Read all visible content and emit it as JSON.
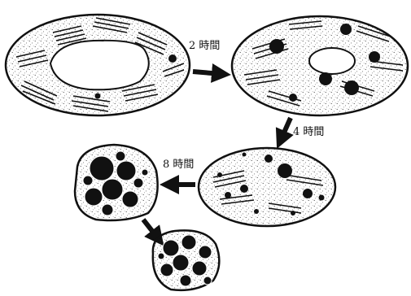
{
  "labels": {
    "step1": "2 時間",
    "step2": "4 時間",
    "step3": "8 時間"
  },
  "colors": {
    "ink": "#111111",
    "paper": "#ffffff"
  }
}
